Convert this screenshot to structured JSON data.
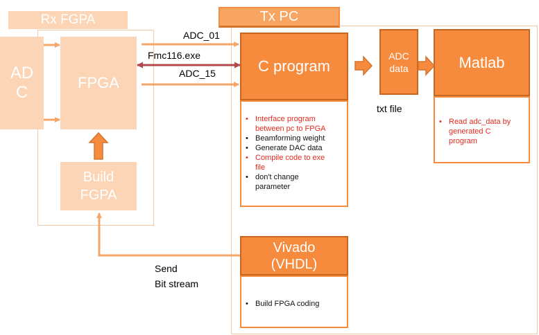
{
  "rx_title": "Rx FGPA",
  "tx_title": "Tx PC",
  "adc_block": "AD\nC",
  "fpga_block": "FPGA",
  "build_fpga_block": "Build\nFGPA",
  "c_program_block": "C program",
  "adc_data_block": "ADC\ndata",
  "matlab_block": "Matlab",
  "vivado_block": "Vivado\n(VHDL)",
  "labels": {
    "adc_01": "ADC_01",
    "fmc_exe": "Fmc116.exe",
    "adc_15": "ADC_15",
    "txt_file": "txt file",
    "send_bitstream": "Send\nBit stream"
  },
  "c_program_notes": [
    {
      "text": "Interface program\nbetween  pc to FPGA",
      "color": "red"
    },
    {
      "text": "Beamforming weight",
      "color": "black"
    },
    {
      "text": "Generate  DAC data",
      "color": "black"
    },
    {
      "text": "Compile code to exe\nfile",
      "color": "red"
    },
    {
      "text": "don't change\nparameter",
      "color": "black"
    }
  ],
  "matlab_notes": [
    {
      "text": "Read adc_data by\ngenerated C\nprogram",
      "color": "red"
    }
  ],
  "vivado_notes": [
    {
      "text": "Build FPGA coding",
      "color": "black"
    }
  ],
  "colors": {
    "light_orange": "#fbd5b5",
    "orange": "#f68b3d",
    "dark_red_arrow": "#b0484c",
    "note_red": "#e32b1e"
  }
}
